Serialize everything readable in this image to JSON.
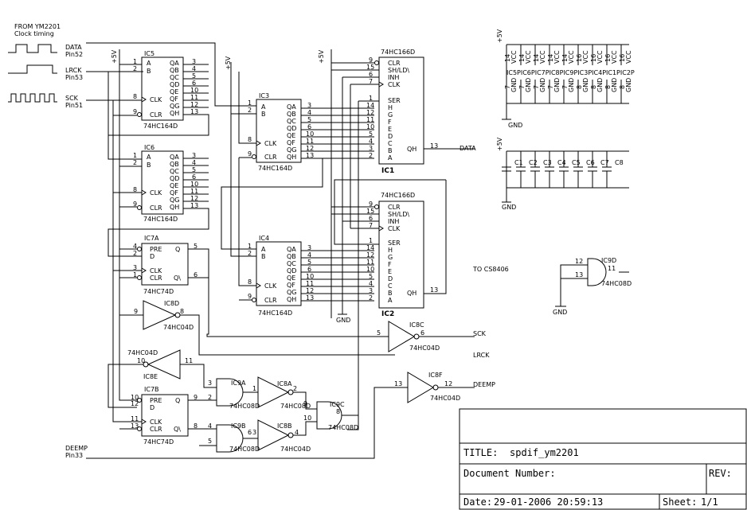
{
  "header": {
    "from_label_1": "FROM YM2201",
    "from_label_2": "Clock timing"
  },
  "inputs": {
    "data": "DATA",
    "data_pin": "Pin52",
    "lrck": "LRCK",
    "lrck_pin": "Pin53",
    "sck": "SCK",
    "sck_pin": "Pin51",
    "deemp": "DEEMP",
    "deemp_pin": "Pin33"
  },
  "power": {
    "vcc": "+5V",
    "gnd": "GND"
  },
  "chips": {
    "ic5": "IC5",
    "ic6": "IC6",
    "ic3": "IC3",
    "ic4": "IC4",
    "ic1": "IC1",
    "ic2": "IC2",
    "ic7a": "IC7A",
    "ic7b": "IC7B",
    "ic8a": "IC8A",
    "ic8b": "IC8B",
    "ic8c": "IC8C",
    "ic8d": "IC8D",
    "ic8e": "IC8E",
    "ic8f": "IC8F",
    "ic9a": "IC9A",
    "ic9b": "IC9B",
    "ic9c": "IC9C",
    "ic9d": "IC9D"
  },
  "parts": {
    "hc164": "74HC164D",
    "hc166": "74HC166D",
    "hc74": "74HC74D",
    "hc04": "74HC04D",
    "hc08": "74HC08D"
  },
  "pins_164_left": [
    "A",
    "B",
    "CLK",
    "CLR"
  ],
  "pins_164_right": [
    "QA",
    "QB",
    "QC",
    "QD",
    "QE",
    "QF",
    "QG",
    "QH"
  ],
  "pins_166_top": [
    "CLR",
    "SH/LD\\",
    "INH",
    "CLK"
  ],
  "pins_166_data": [
    "SER",
    "H",
    "G",
    "F",
    "E",
    "D",
    "C",
    "B",
    "A"
  ],
  "pin_qh": "QH",
  "pins_74": {
    "pre": "PRE",
    "d": "D",
    "clk": "CLK",
    "clr": "CLR",
    "q": "Q",
    "qn": "Q\\"
  },
  "outputs": {
    "data": "DATA",
    "sck": "SCK",
    "lrck": "LRCK",
    "deemp": "DEEMP",
    "to_cs": "TO CS8406"
  },
  "power_table": {
    "refs": "IC5PIC6PIC7PIC8PIC9PIC3PIC4PIC1PIC2P",
    "vcc": "VCC",
    "gnd": "GND",
    "vcc_pins": [
      "14",
      "14",
      "14",
      "14",
      "14",
      "16",
      "16",
      "16",
      "16"
    ],
    "gnd_pins": [
      "7",
      "7",
      "7",
      "7",
      "7",
      "8",
      "8",
      "8",
      "8"
    ]
  },
  "caps": [
    "C1",
    "C2",
    "C3",
    "C4",
    "C5",
    "C6",
    "C7",
    "C8"
  ],
  "title_block": {
    "title_label": "TITLE:",
    "title": "spdif_ym2201",
    "docnum_label": "Document Number:",
    "rev_label": "REV:",
    "date_label": "Date:",
    "date": "29-01-2006 20:59:13",
    "sheet_label": "Sheet:",
    "sheet": "1/1"
  }
}
